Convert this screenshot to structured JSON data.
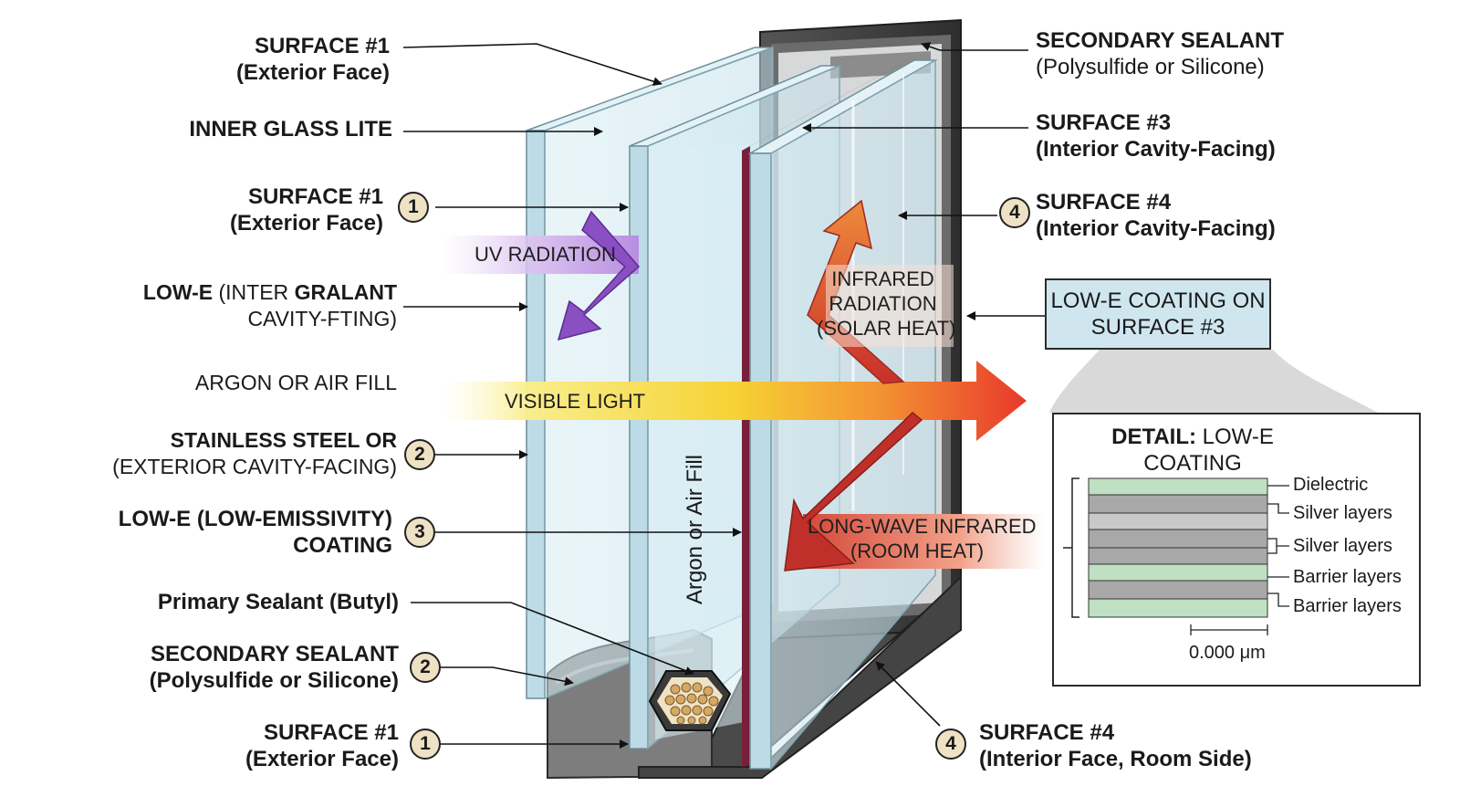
{
  "labels_left": [
    {
      "lines": [
        "SURFACE #1",
        "(Exterior Face)"
      ],
      "badge": ""
    },
    {
      "lines": [
        "INNER GLASS LITE"
      ],
      "badge": ""
    },
    {
      "lines": [
        "SURFACE #1",
        "(Exterior Face)"
      ],
      "badge": "1"
    },
    {
      "lines": [
        "LOW-E (INTER GRALANT",
        "CAVITY-FTING)"
      ],
      "badge": ""
    },
    {
      "lines": [
        "ARGON OR AIR FILL"
      ],
      "badge": ""
    },
    {
      "lines": [
        "STAINLESS STEEL OR",
        "(EXTERIOR CAVITY-FACING)"
      ],
      "badge": "2"
    },
    {
      "lines": [
        "LOW-E (LOW-EMISSIVITY)",
        "COATING"
      ],
      "badge": "3"
    },
    {
      "lines": [
        "Primary Sealant (Butyl)"
      ],
      "badge": ""
    },
    {
      "lines": [
        "SECONDARY SEALANT",
        "(Polysulfide or Silicone)"
      ],
      "badge": "2"
    },
    {
      "lines": [
        "SURFACE #1",
        "(Exterior Face)"
      ],
      "badge": "1"
    }
  ],
  "labels_right": [
    {
      "lines": [
        "SECONDARY SEALANT",
        "(Polysulfide or Silicone)"
      ],
      "badge": ""
    },
    {
      "lines": [
        "SURFACE #3",
        "(Interior Cavity-Facing)"
      ],
      "badge": ""
    },
    {
      "lines": [
        "SURFACE #4",
        "(Interior Cavity-Facing)"
      ],
      "badge": "4"
    },
    {
      "lines": [
        "SURFACE #4",
        "(Interior Face, Room Side)"
      ],
      "badge": "4"
    }
  ],
  "radiation": {
    "uv": "UV RADIATION",
    "visible": "VISIBLE LIGHT",
    "infrared": [
      "INFRARED",
      "RADIATION",
      "(SOLAR HEAT)"
    ],
    "longwave": [
      "LONG-WAVE INFRARED",
      "(ROOM HEAT)"
    ]
  },
  "cavity_label": "Argon or Air Fill",
  "lowe_box": [
    "LOW-E COATING ON",
    "SURFACE #3"
  ],
  "detail": {
    "title_bold": "DETAIL:",
    "title_rest": " LOW-E COATING",
    "title_line2": "MICRO-STACK",
    "layers": [
      "Dielectric",
      "Silver layers",
      "Silver layers",
      "Barrier layers",
      "Barrier layers"
    ],
    "scale": "0.000 μm"
  },
  "colors": {
    "glass": "#cfe6ee",
    "glass_edge": "#a9cedb",
    "frame": "#3a3a3a",
    "lowe_coating": "#7a1f3a",
    "uv": "#8a4fc2",
    "visible_start": "#f7e97a",
    "visible_end": "#e8392b",
    "infrared": "#e07a3a",
    "longwave": "#c0302a",
    "badge": "#efe1c4",
    "stack_green": "#bfe0c2",
    "stack_gray": "#a8a8a8"
  }
}
